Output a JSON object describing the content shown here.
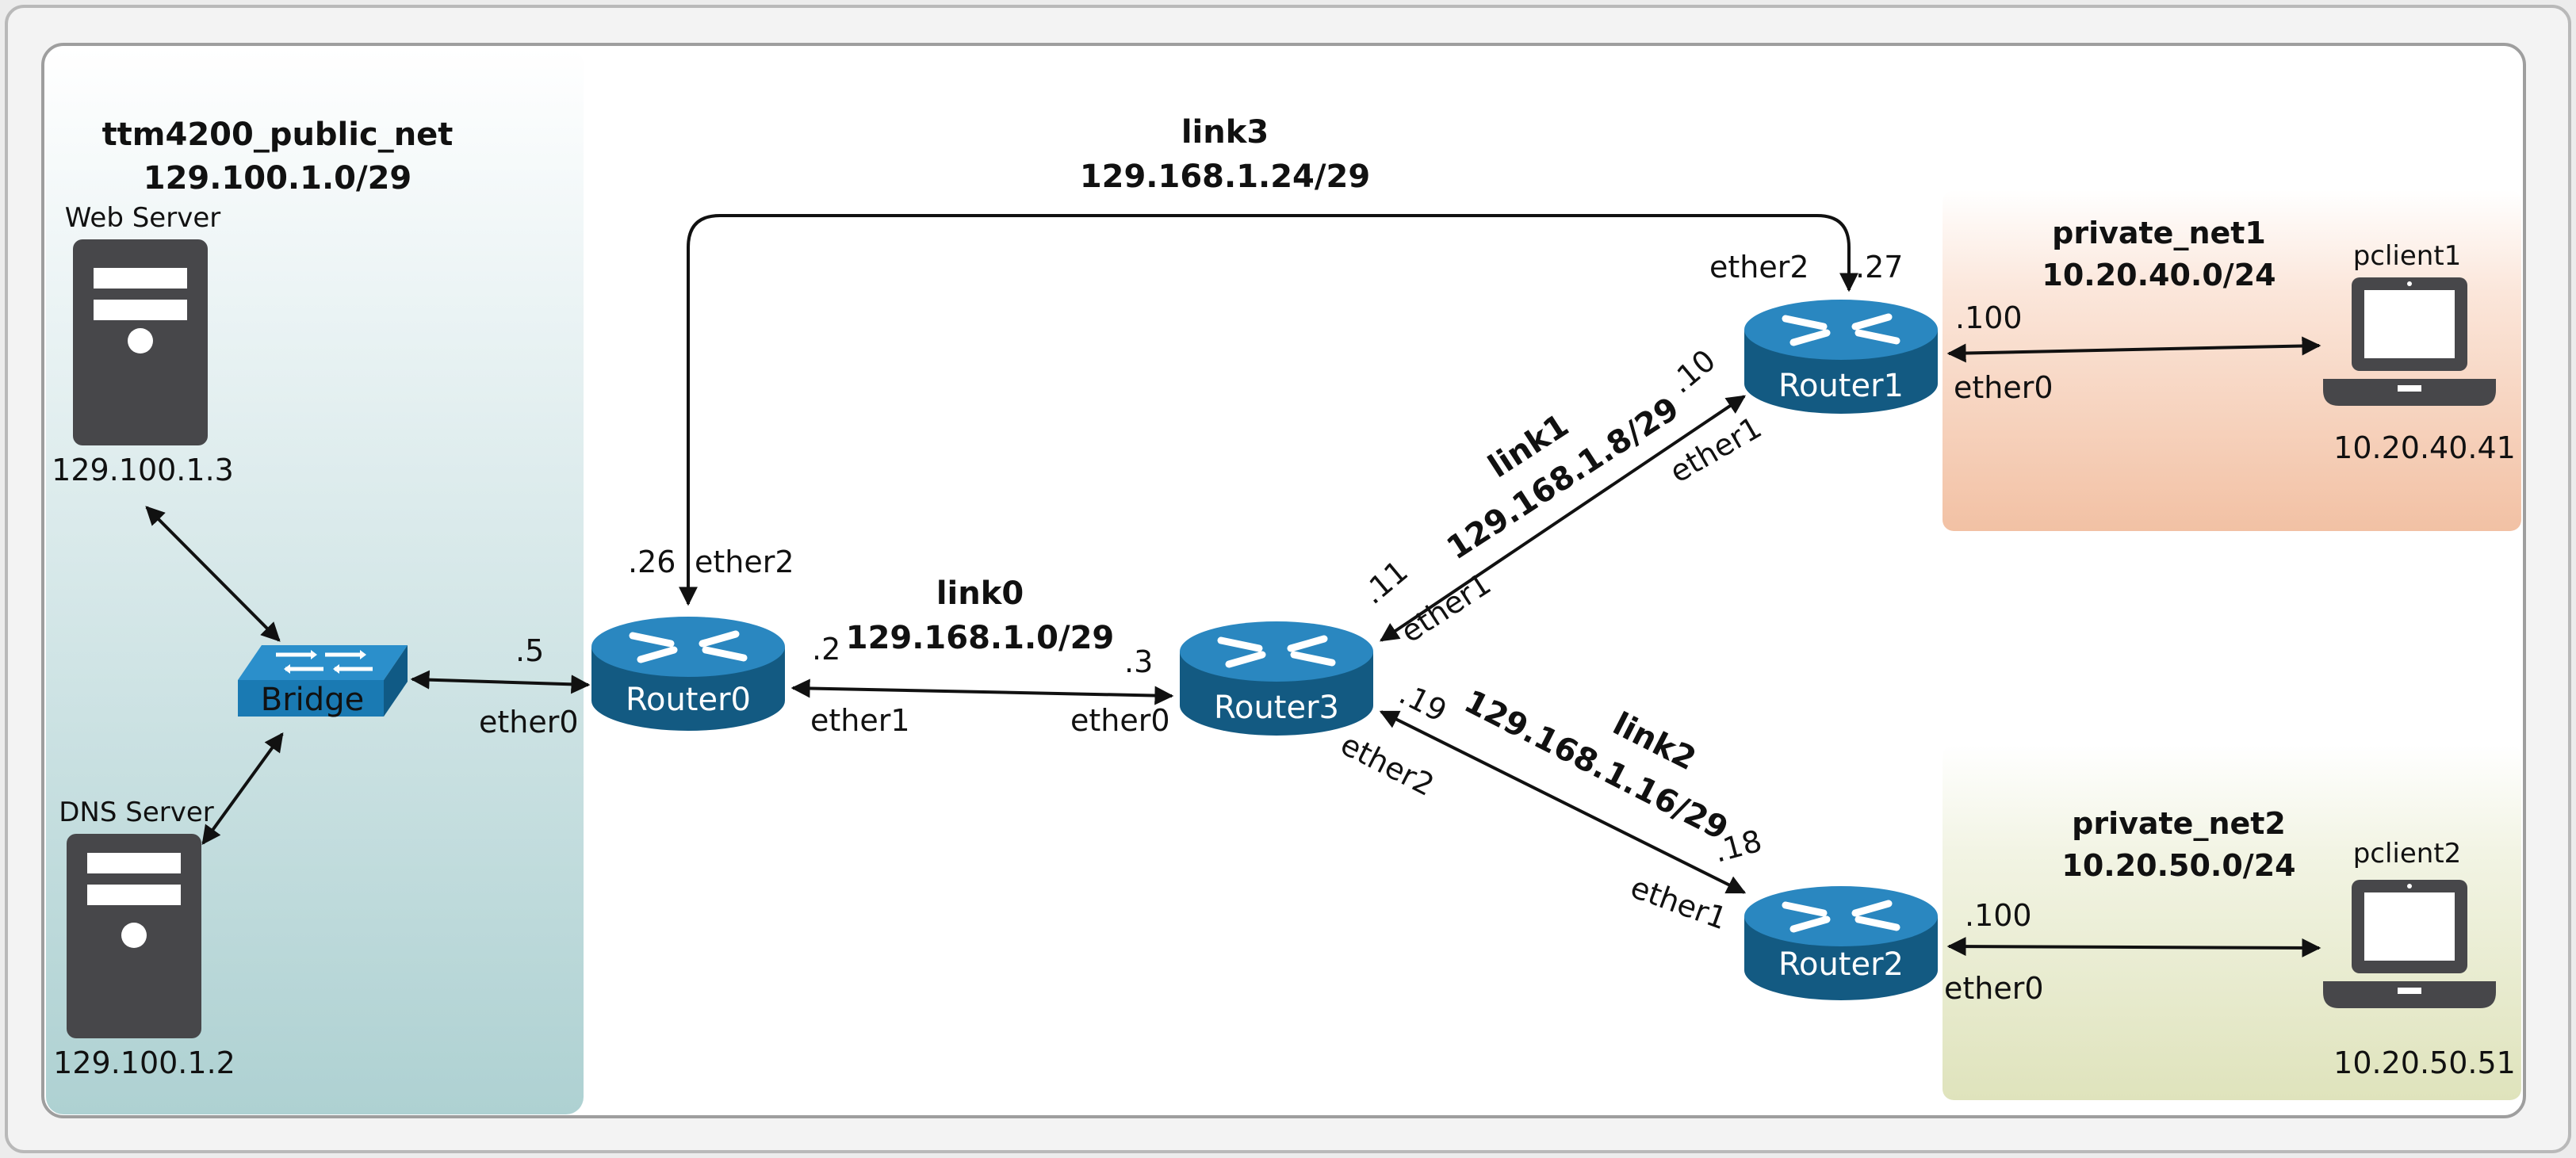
{
  "networks": {
    "public": {
      "name": "ttm4200_public_net",
      "subnet": "129.100.1.0/29"
    },
    "private1": {
      "name": "private_net1",
      "subnet": "10.20.40.0/24"
    },
    "private2": {
      "name": "private_net2",
      "subnet": "10.20.50.0/24"
    }
  },
  "hosts": {
    "web": {
      "label": "Web Server",
      "ip": "129.100.1.3"
    },
    "dns": {
      "label": "DNS Server",
      "ip": "129.100.1.2"
    },
    "pclient1": {
      "label": "pclient1",
      "ip": "10.20.40.41"
    },
    "pclient2": {
      "label": "pclient2",
      "ip": "10.20.50.51"
    }
  },
  "devices": {
    "bridge": "Bridge",
    "router0": "Router0",
    "router1": "Router1",
    "router2": "Router2",
    "router3": "Router3"
  },
  "links": {
    "link0": {
      "name": "link0",
      "subnet": "129.168.1.0/29"
    },
    "link1": {
      "name": "link1",
      "subnet": "129.168.1.8/29"
    },
    "link2": {
      "name": "link2",
      "subnet": "129.168.1.16/29"
    },
    "link3": {
      "name": "link3",
      "subnet": "129.168.1.24/29"
    }
  },
  "interfaces": {
    "r0_ether0": "ether0",
    "r0_ether0_ip": ".5",
    "r0_ether1": "ether1",
    "r0_ether1_ip": ".2",
    "r0_ether2": "ether2",
    "r0_ether2_ip": ".26",
    "r3_ether0": "ether0",
    "r3_ether0_ip": ".3",
    "r3_ether1": "ether1",
    "r3_ether1_ip": ".11",
    "r3_ether2": "ether2",
    "r3_ether2_ip": ".19",
    "r1_ether0": "ether0",
    "r1_ether0_ip": ".100",
    "r1_ether1": "ether1",
    "r1_ether1_ip": ".10",
    "r1_ether2": "ether2",
    "r1_ether2_ip": ".27",
    "r2_ether0": "ether0",
    "r2_ether0_ip": ".100",
    "r2_ether1": "ether1",
    "r2_ether1_ip": ".18"
  },
  "colors": {
    "router": "#1a75a8",
    "router_dark": "#135a82",
    "public_zone": "#b5d5d6",
    "private1_zone": "#f3c6ac",
    "private2_zone": "#e3e6c3",
    "host_icon": "#47474a"
  }
}
